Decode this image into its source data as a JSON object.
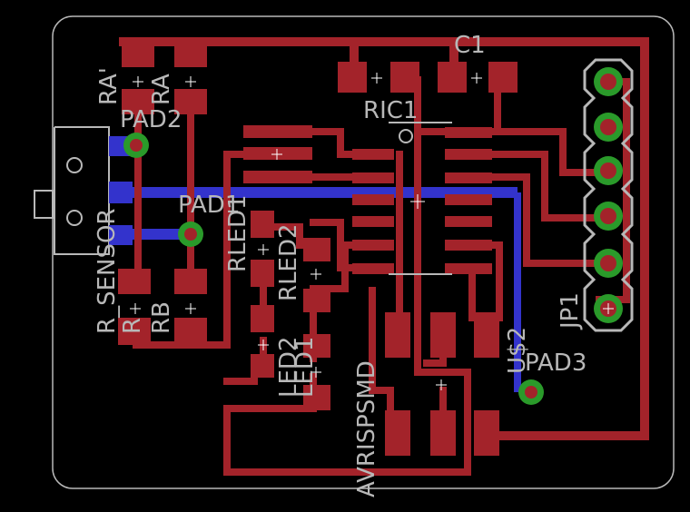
{
  "labels": {
    "c1": "C1",
    "ric1": "RIC1",
    "ra_prime": "RA'",
    "ra": "RA",
    "pad2": "PAD2",
    "pad1": "PAD1",
    "r_sensor": "R_SENSOR",
    "r": "R",
    "rb": "RB",
    "rled1": "RLED1",
    "rled2": "RLED2",
    "led2": "LED2",
    "led1": "LED1",
    "avrispsmd": "AVRISPSMD",
    "u2": "U$2",
    "pad3": "PAD3",
    "jp1": "JP1"
  },
  "colors": {
    "background": "#000000",
    "top_copper": "#a3232a",
    "bottom_copper": "#3333cc",
    "silkscreen": "#b8b8b8",
    "via_ring": "#2a9a2a",
    "header_outline": "#b8b8b8"
  }
}
